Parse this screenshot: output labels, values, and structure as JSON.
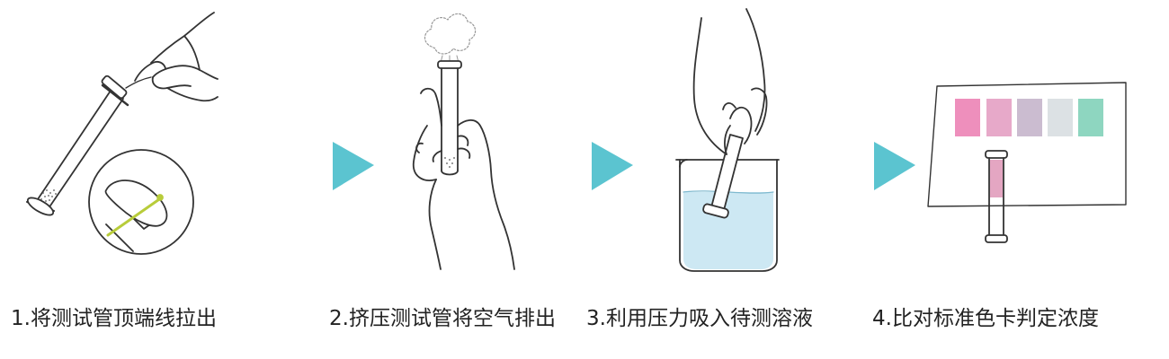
{
  "steps": [
    {
      "label": "1.将测试管顶端线拉出"
    },
    {
      "label": "2.挤压测试管将空气排出"
    },
    {
      "label": "3.利用压力吸入待测溶液"
    },
    {
      "label": "4.比对标准色卡判定浓度"
    }
  ],
  "colors": {
    "arrow": "#5BC4D0",
    "outline": "#333333",
    "pull_string": "#B8CC3A",
    "liquid": "#CDE8F3",
    "swatches": [
      "#EE8FBC",
      "#E7A9C9",
      "#CBBCD0",
      "#DCE1E4",
      "#8ED6C0"
    ],
    "tube_tint": "#E4A6C2"
  },
  "icons": [
    "test-tube-icon",
    "hand-icon",
    "magnifier-detail-icon",
    "arrow-right-icon",
    "beaker-icon",
    "color-card-icon",
    "air-puff-icon"
  ]
}
